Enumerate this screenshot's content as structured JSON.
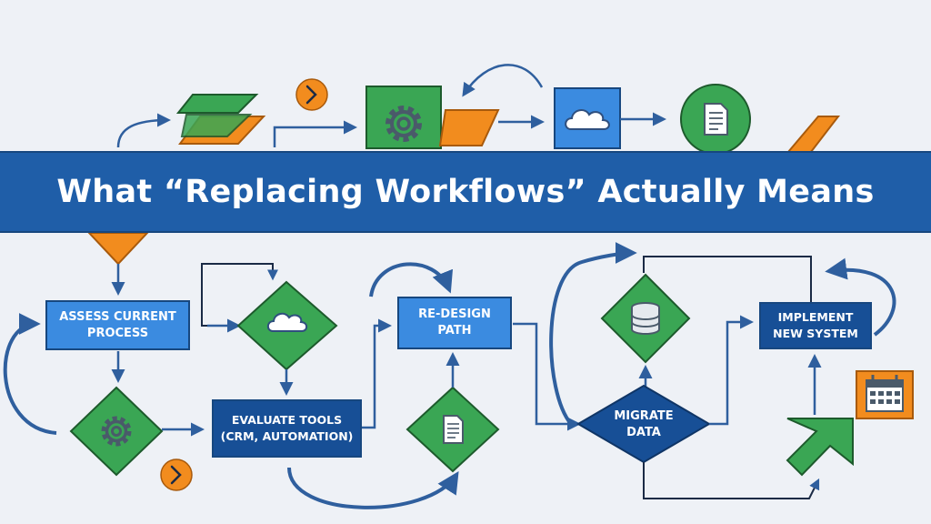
{
  "title": "What “Replacing Workflows” Actually Means",
  "steps": {
    "assess": "ASSESS CURRENT\nPROCESS",
    "evaluate": "EVALUATE TOOLS\n(CRM, AUTOMATION)",
    "redesign": "RE-DESIGN\nPATH",
    "migrate": "MIGRATE\nDATA",
    "implement": "IMPLEMENT\nNEW SYSTEM"
  },
  "icons": [
    "gear-icon",
    "cloud-icon",
    "document-icon",
    "database-icon",
    "calendar-icon",
    "chevron-right-icon",
    "arrow-icon",
    "parallelogram-shape"
  ],
  "colors": {
    "banner": "#1f5ea8",
    "box_light": "#3b8be0",
    "box_dark": "#174f96",
    "green": "#3aa654",
    "orange": "#f28c1e",
    "connector": "#2f5f9e"
  }
}
